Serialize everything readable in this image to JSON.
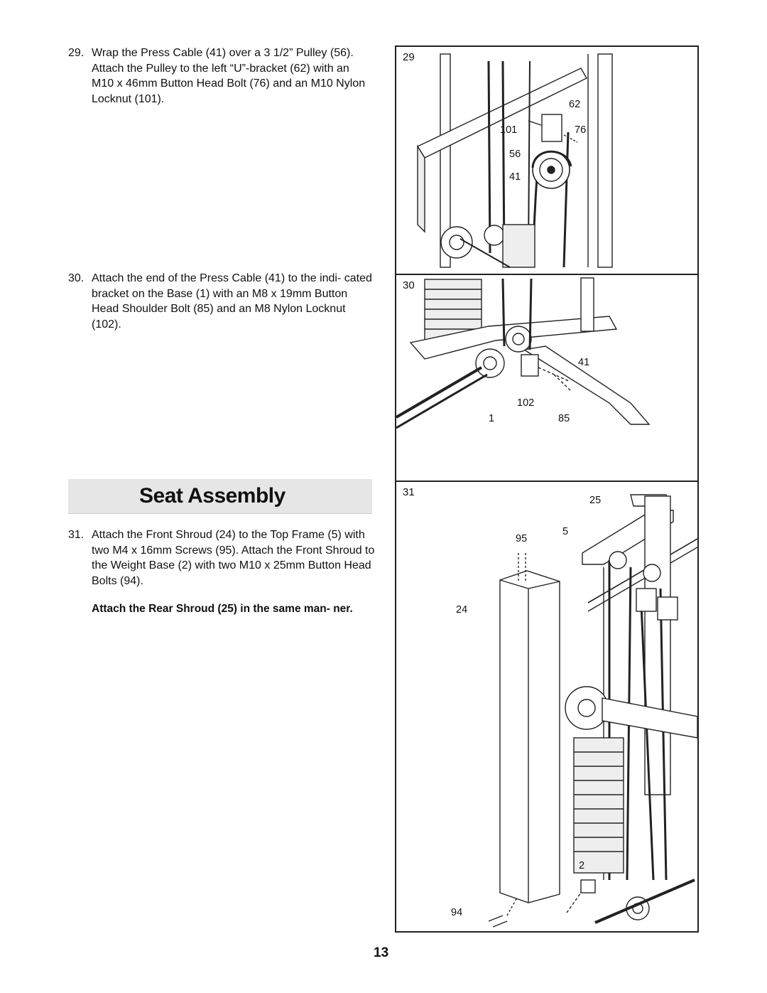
{
  "steps": [
    {
      "number": "29.",
      "text": "Wrap the Press Cable (41) over a 3 1/2” Pulley (56). Attach the Pulley to the left “U”-bracket (62) with an M10 x 46mm Button Head Bolt (76) and an M10 Nylon Locknut (101)."
    },
    {
      "number": "30.",
      "text": "Attach the end of the Press Cable (41) to the indi- cated bracket on the Base (1) with an M8 x 19mm Button Head Shoulder Bolt (85) and an M8 Nylon Locknut (102)."
    },
    {
      "number": "31.",
      "text": "Attach the Front Shroud (24) to the Top Frame (5) with two M4 x 16mm Screws (95). Attach the Front Shroud to the Weight Base (2) with two M10 x 25mm Button Head Bolts (94)."
    }
  ],
  "step31_note": "Attach the Rear Shroud (25) in the same man- ner.",
  "section_title": "Seat Assembly",
  "panels": [
    {
      "number": "29",
      "callouts": [
        "62",
        "101",
        "76",
        "56",
        "41"
      ]
    },
    {
      "number": "30",
      "callouts": [
        "41",
        "102",
        "1",
        "85"
      ]
    },
    {
      "number": "31",
      "callouts": [
        "25",
        "5",
        "95",
        "24",
        "2",
        "94"
      ]
    }
  ],
  "page_number": "13"
}
